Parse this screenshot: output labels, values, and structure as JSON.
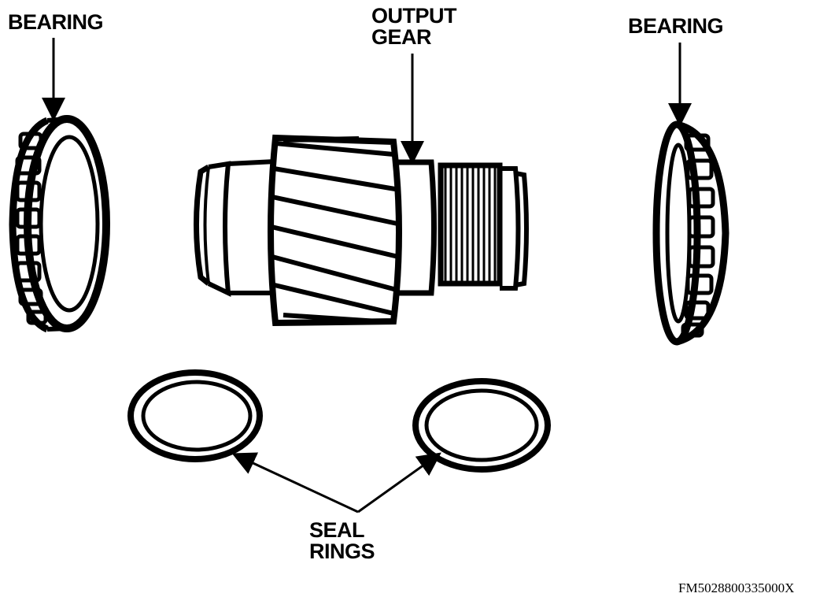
{
  "labels": {
    "bearing_left": "BEARING",
    "output_gear_line1": "OUTPUT",
    "output_gear_line2": "GEAR",
    "bearing_right": "BEARING",
    "seal_rings_line1": "SEAL",
    "seal_rings_line2": "RINGS"
  },
  "figure_code": "FM5028800335000X",
  "colors": {
    "ink": "#000000",
    "paper": "#ffffff"
  }
}
